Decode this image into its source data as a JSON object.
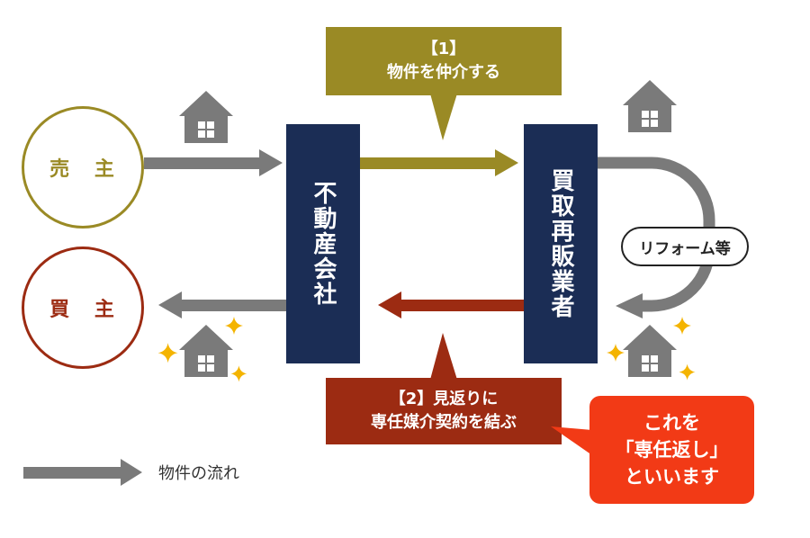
{
  "colors": {
    "gold": "#9a8a25",
    "red": "#9c2b12",
    "navy": "#1b2d55",
    "gray": "#7a7a7a",
    "bright_red": "#f23a16",
    "sparkle": "#f4b400"
  },
  "nodes": {
    "seller": "売 主",
    "buyer": "買 主",
    "agency": "不動産会社",
    "reseller": "買取再販業者",
    "reform": "リフォーム等"
  },
  "callouts": {
    "step1_line1": "【1】",
    "step1_line2": "物件を仲介する",
    "step2_line1": "【2】見返りに",
    "step2_line2": "専任媒介契約を結ぶ",
    "note_line1": "これを",
    "note_line2": "「専任返し」",
    "note_line3": "といいます"
  },
  "legend": {
    "label": "物件の流れ"
  },
  "icons": [
    "house-icon",
    "sparkle-icon",
    "arrow-icon"
  ]
}
